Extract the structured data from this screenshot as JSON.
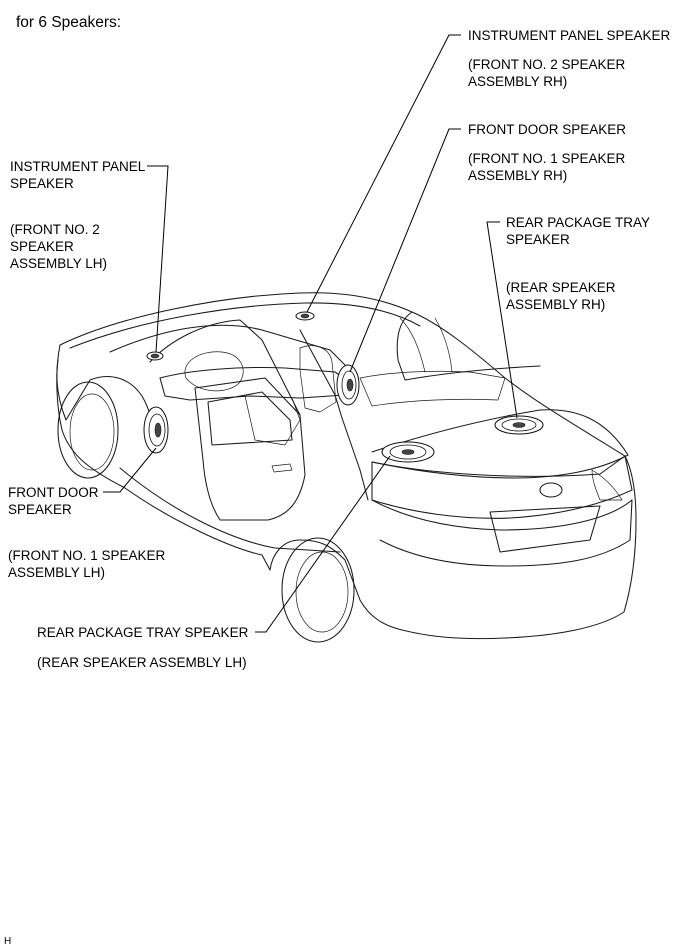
{
  "title": "for 6 Speakers:",
  "labels": {
    "ip_rh_name": "INSTRUMENT PANEL SPEAKER",
    "ip_rh_part_line1": "(FRONT NO. 2 SPEAKER",
    "ip_rh_part_line2": "ASSEMBLY RH)",
    "fd_rh_name": "FRONT DOOR SPEAKER",
    "fd_rh_part_line1": "(FRONT NO. 1 SPEAKER",
    "fd_rh_part_line2": "ASSEMBLY RH)",
    "ip_lh_name_line1": "INSTRUMENT PANEL",
    "ip_lh_name_line2": "SPEAKER",
    "ip_lh_part_line1": "(FRONT NO. 2",
    "ip_lh_part_line2": "SPEAKER",
    "ip_lh_part_line3": "ASSEMBLY LH)",
    "rp_rh_name_line1": "REAR PACKAGE TRAY",
    "rp_rh_name_line2": "SPEAKER",
    "rp_rh_part_line1": "(REAR SPEAKER",
    "rp_rh_part_line2": "ASSEMBLY RH)",
    "fd_lh_name_line1": "FRONT DOOR",
    "fd_lh_name_line2": "SPEAKER",
    "fd_lh_part_line1": "(FRONT NO. 1 SPEAKER",
    "fd_lh_part_line2": "ASSEMBLY LH)",
    "rp_lh_name": "REAR PACKAGE TRAY SPEAKER",
    "rp_lh_part": "(REAR SPEAKER ASSEMBLY LH)"
  },
  "footer_code": "H"
}
